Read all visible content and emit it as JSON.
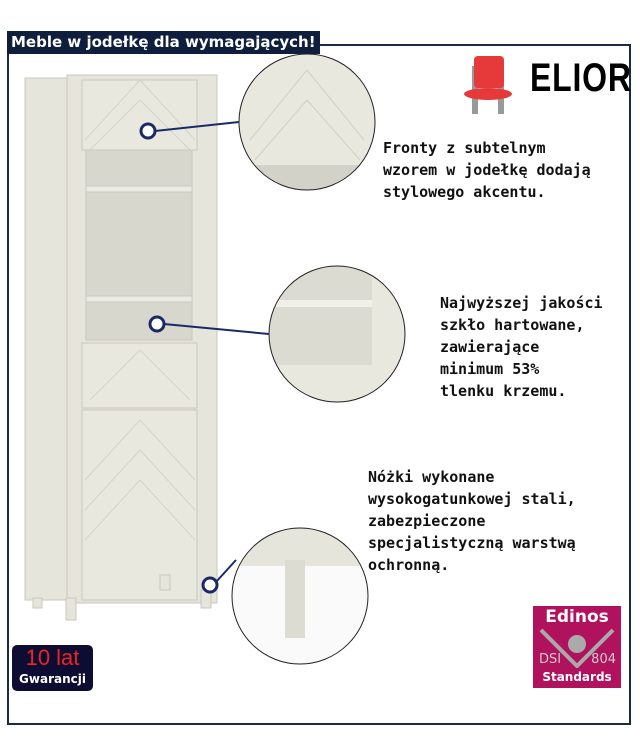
{
  "banner": "Meble w jodełkę dla wymagających!",
  "brand": {
    "name": "ELIOR",
    "icon": "chair-icon"
  },
  "features": [
    {
      "lines": "Fronty z subtelnym\nwzorem w jodełkę dodają\nstylowego akcentu."
    },
    {
      "lines": "Najwyższej jakości\nszkło hartowane,\nzawierające\nminimum 53%\ntlenku krzemu."
    },
    {
      "lines": "Nóżki wykonane\nwysokogatunkowej stali,\nzabezpieczone\nspecjalistyczną warstwą\nochronną."
    }
  ],
  "warranty": {
    "years": "10 lat",
    "label": "Gwarancji"
  },
  "certificate": {
    "name": "Edinos",
    "left": "DSI",
    "right": "804",
    "label": "Standards"
  },
  "colors": {
    "navy": "#0f1e3c",
    "magenta": "#b0125e",
    "cabinet": "#e4e3da"
  }
}
